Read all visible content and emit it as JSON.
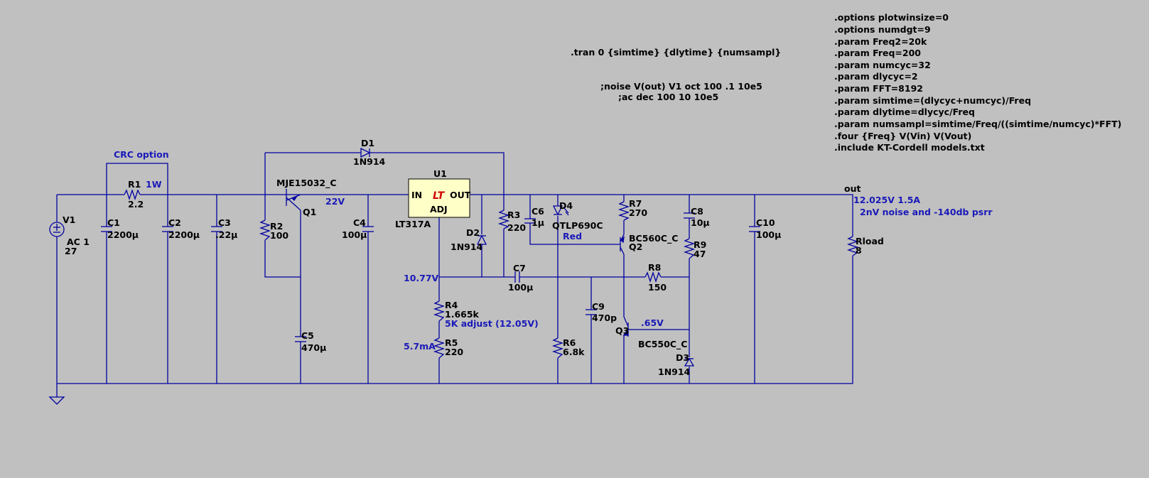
{
  "directives": {
    "tran": ".tran 0 {simtime} {dlytime} {numsampl}",
    "noise": ";noise V(out) V1 oct 100 .1 10e5",
    "ac": ";ac dec 100 10 10e5",
    "lines": [
      ".options plotwinsize=0",
      ".options numdgt=9",
      " .param Freq2=20k",
      ".param Freq=200",
      ".param numcyc=32",
      ".param dlycyc=2",
      ".param FFT=8192",
      ".param simtime=(dlycyc+numcyc)/Freq",
      ".param dlytime=dlycyc/Freq",
      ".param numsampl=simtime/Freq/((simtime/numcyc)*FFT)",
      ".four {Freq} V(Vin) V(Vout)",
      " .include KT-Cordell models.txt"
    ]
  },
  "annotations": {
    "crc": "CRC option",
    "r1_power": "1W",
    "q1_voltage": "22V",
    "adj_voltage": "10.77V",
    "adjust": "5K adjust (12.05V)",
    "current": "5.7mA",
    "led_color": "Red",
    "q3_voltage": ".65V",
    "out_spec": "12.025V 1.5A",
    "noise_spec": "2nV noise and  -140db psrr"
  },
  "net_out": "out",
  "ic_logo": "LT",
  "components": {
    "v1": {
      "ref": "V1",
      "value": "AC 1",
      "value2": "27"
    },
    "r1": {
      "ref": "R1",
      "value": "2.2"
    },
    "c1": {
      "ref": "C1",
      "value": "2200µ"
    },
    "c2": {
      "ref": "C2",
      "value": "2200µ"
    },
    "c3": {
      "ref": "C3",
      "value": ".22µ"
    },
    "r2": {
      "ref": "R2",
      "value": "100"
    },
    "q1": {
      "ref": "Q1",
      "value": "MJE15032_C"
    },
    "c4": {
      "ref": "C4",
      "value": "100µ"
    },
    "c5": {
      "ref": "C5",
      "value": "470µ"
    },
    "d1": {
      "ref": "D1",
      "value": "1N914"
    },
    "u1": {
      "ref": "U1",
      "value": "LT317A",
      "pin_in": "IN",
      "pin_out": "OUT",
      "pin_adj": "ADJ"
    },
    "d2": {
      "ref": "D2",
      "value": "1N914"
    },
    "r3": {
      "ref": "R3",
      "value": "220"
    },
    "r4": {
      "ref": "R4",
      "value": "1.665k"
    },
    "r5": {
      "ref": "R5",
      "value": "220"
    },
    "c6": {
      "ref": "C6",
      "value": "1µ"
    },
    "d4": {
      "ref": "D4",
      "value": "QTLP690C"
    },
    "c7": {
      "ref": "C7",
      "value": "100µ"
    },
    "r6": {
      "ref": "R6",
      "value": "6.8k"
    },
    "c9": {
      "ref": "C9",
      "value": "470p"
    },
    "r7": {
      "ref": "R7",
      "value": "270"
    },
    "q2": {
      "ref": "Q2",
      "value": "BC560C_C"
    },
    "r8": {
      "ref": "R8",
      "value": "150"
    },
    "q3": {
      "ref": "Q3",
      "value": "BC550C_C"
    },
    "c8": {
      "ref": "C8",
      "value": "10µ"
    },
    "r9": {
      "ref": "R9",
      "value": "47"
    },
    "d3": {
      "ref": "D3",
      "value": "1N914"
    },
    "c10": {
      "ref": "C10",
      "value": "100µ"
    },
    "rload": {
      "ref": "Rload",
      "value": "8"
    }
  }
}
